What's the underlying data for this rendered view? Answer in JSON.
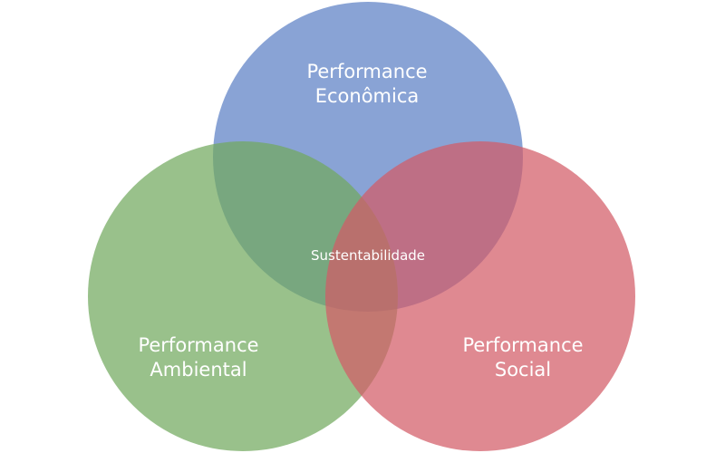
{
  "diagram": {
    "type": "venn",
    "sets": [
      {
        "id": "economica",
        "line1": "Performance",
        "line2": "Econômica",
        "color": "#5b7fc5"
      },
      {
        "id": "ambiental",
        "line1": "Performance",
        "line2": "Ambiental",
        "color": "#72a95e"
      },
      {
        "id": "social",
        "line1": "Performance",
        "line2": "Social",
        "color": "#d25c66"
      }
    ],
    "intersection_label": "Sustentabilidade"
  }
}
